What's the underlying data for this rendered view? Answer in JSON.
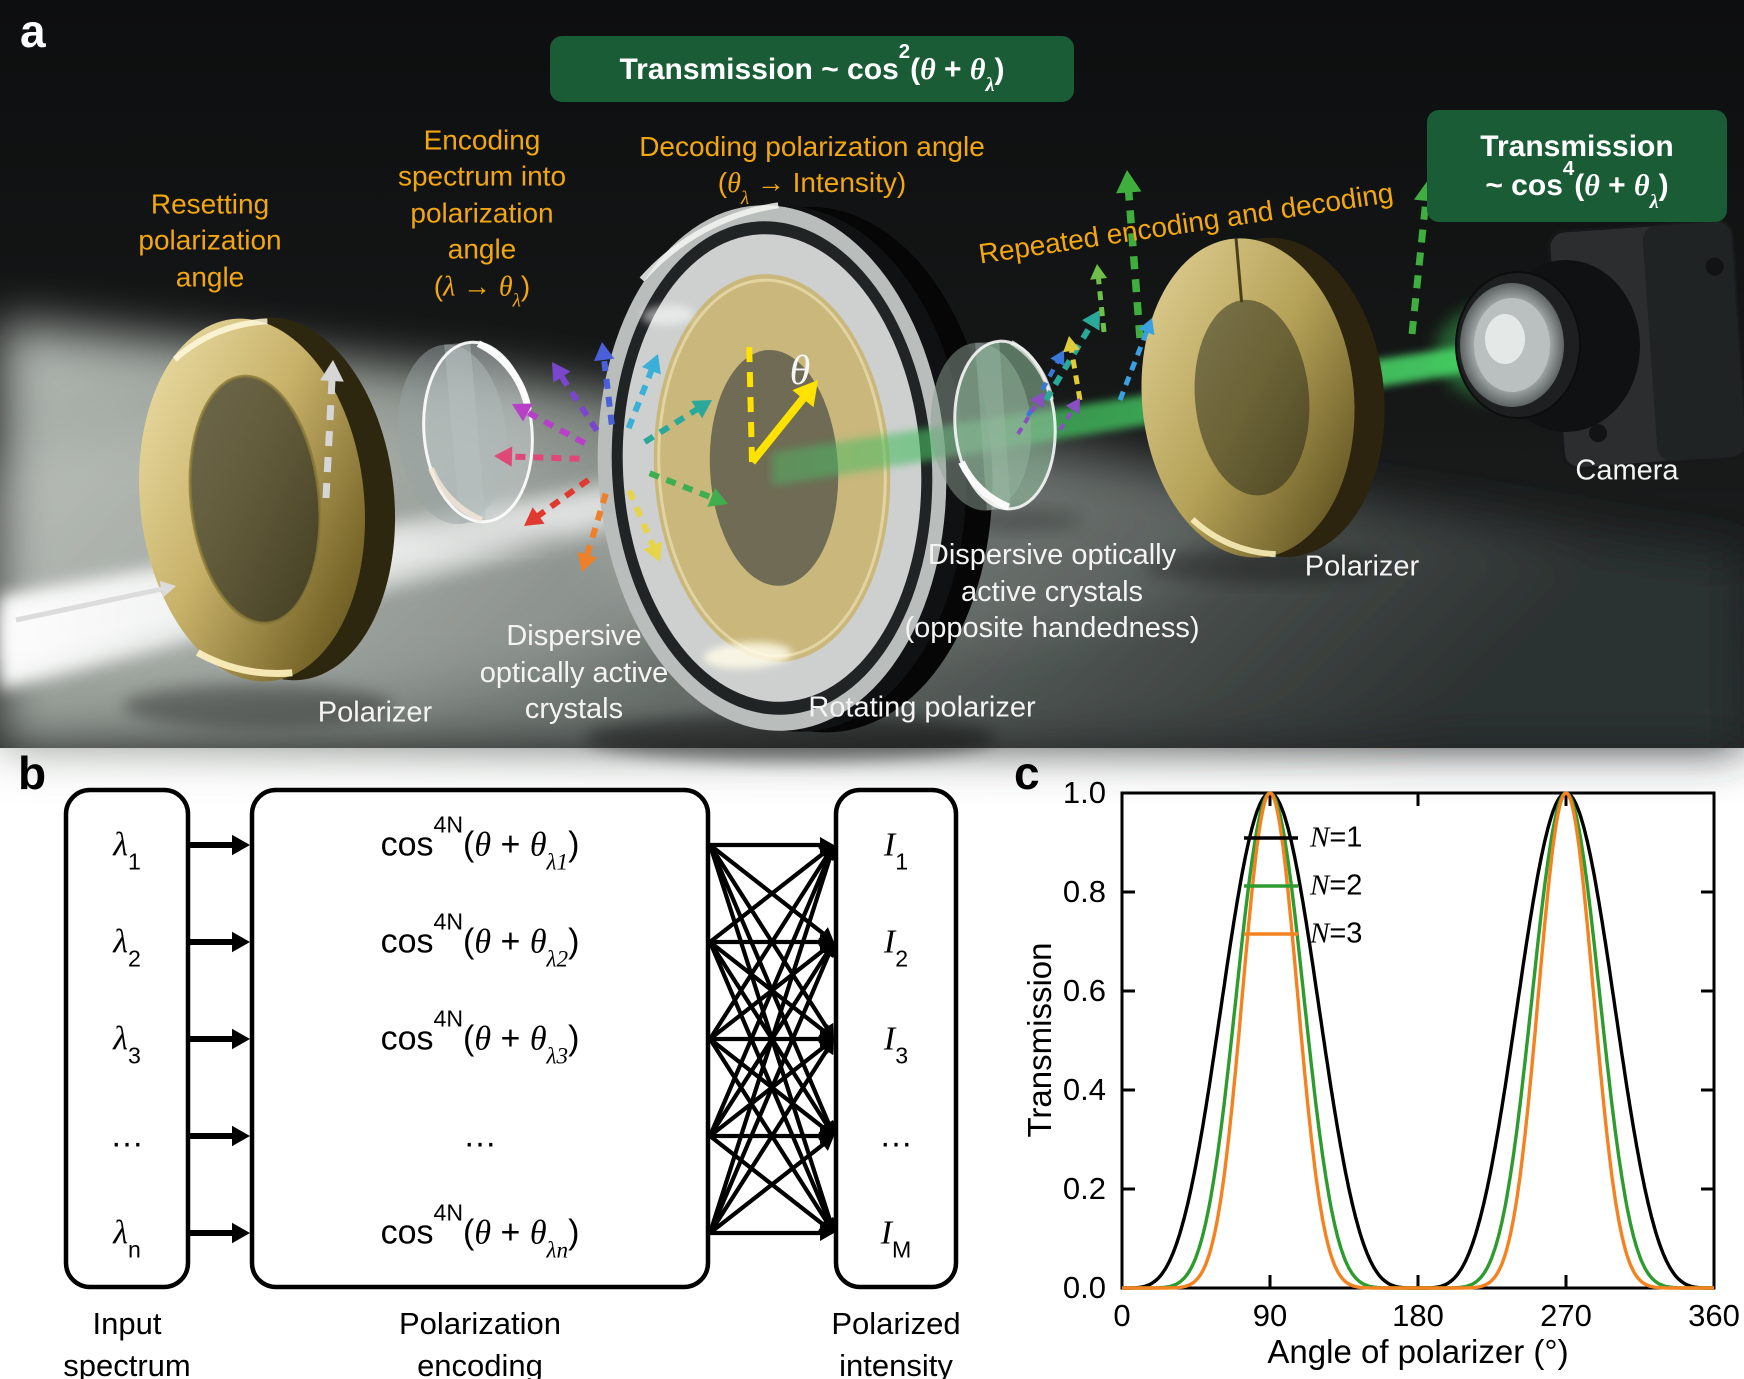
{
  "panels": {
    "a": "a",
    "b": "b",
    "c": "c"
  },
  "colors": {
    "background_dark": "#131515",
    "floor_gray": "#9aa19b",
    "accent_yellow": "#f2a711",
    "formula_green": "#195c36",
    "gold": "#c8b26a",
    "beam_white": "#ffffff",
    "beam_green": "#3fbd5c",
    "arrow_gray": "#d6d6d6",
    "arrow_yellow": "#ffe200",
    "arrow_green": "#3fae3f"
  },
  "panel_a": {
    "formula_mid": {
      "parts": [
        {
          "t": "Transmission ~ cos"
        },
        {
          "sup": "2"
        },
        {
          "t": "("
        },
        {
          "i": "θ"
        },
        {
          "t": " + "
        },
        {
          "i": "θ"
        },
        {
          "isub": "λ"
        },
        {
          "t": ")"
        }
      ]
    },
    "formula_right": {
      "line1": "Transmission",
      "line2_parts": [
        {
          "t": "~ cos"
        },
        {
          "sup": "4"
        },
        {
          "t": "("
        },
        {
          "i": "θ"
        },
        {
          "t": " + "
        },
        {
          "i": "θ"
        },
        {
          "isub": "λ"
        },
        {
          "t": ")"
        }
      ]
    },
    "label_resetting": {
      "lines": [
        "Resetting",
        "polarization",
        "angle"
      ]
    },
    "label_encoding": {
      "lines": [
        "Encoding",
        "spectrum into",
        "polarization",
        "angle"
      ],
      "math_parts": [
        {
          "t": "("
        },
        {
          "i": "λ"
        },
        {
          "t": " → "
        },
        {
          "i": "θ"
        },
        {
          "isub": "λ"
        },
        {
          "t": ")"
        }
      ]
    },
    "label_decoding": {
      "line1": "Decoding polarization angle",
      "math_parts": [
        {
          "t": "("
        },
        {
          "i": "θ"
        },
        {
          "isub": "λ"
        },
        {
          "t": " → Intensity)"
        }
      ]
    },
    "label_repeated": "Repeated encoding and decoding",
    "theta_symbol": "θ",
    "component_labels": {
      "polarizer_left": "Polarizer",
      "crystals_left": {
        "lines": [
          "Dispersive",
          "optically active",
          "crystals"
        ]
      },
      "rotating_polarizer": "Rotating polarizer",
      "crystals_right": {
        "lines": [
          "Dispersive optically",
          "active crystals",
          "(opposite handedness)"
        ]
      },
      "polarizer_right": "Polarizer",
      "camera": "Camera"
    },
    "spectrum_arrow_colors": [
      "#4a5fd8",
      "#7a46cc",
      "#b83fc8",
      "#e0487a",
      "#e03a30",
      "#ef7f28",
      "#e6d44a",
      "#3fae4e",
      "#2aa89a",
      "#3ab0d8"
    ],
    "repeat_arrow_colors": {
      "teal": "#2aa89a",
      "blue": "#3a78d8",
      "purple": "#8a4fc0",
      "green_large": "#3fae3f",
      "green_small": "#6fc04a",
      "yellow": "#e0cc3a",
      "skyblue": "#3aa0e0"
    }
  },
  "panel_b": {
    "input_box": {
      "rows": [
        [
          {
            "i": "λ"
          },
          {
            "sub": "1"
          }
        ],
        [
          {
            "i": "λ"
          },
          {
            "sub": "2"
          }
        ],
        [
          {
            "i": "λ"
          },
          {
            "sub": "3"
          }
        ],
        [
          {
            "t": "…"
          }
        ],
        [
          {
            "i": "λ"
          },
          {
            "sub": "n"
          }
        ]
      ]
    },
    "encode_box": {
      "rows": [
        [
          {
            "t": "cos"
          },
          {
            "sup": "4N"
          },
          {
            "t": "("
          },
          {
            "i": "θ"
          },
          {
            "t": " + "
          },
          {
            "i": "θ"
          },
          {
            "isub": "λ1"
          },
          {
            "t": ")"
          }
        ],
        [
          {
            "t": "cos"
          },
          {
            "sup": "4N"
          },
          {
            "t": "("
          },
          {
            "i": "θ"
          },
          {
            "t": " + "
          },
          {
            "i": "θ"
          },
          {
            "isub": "λ2"
          },
          {
            "t": ")"
          }
        ],
        [
          {
            "t": "cos"
          },
          {
            "sup": "4N"
          },
          {
            "t": "("
          },
          {
            "i": "θ"
          },
          {
            "t": " + "
          },
          {
            "i": "θ"
          },
          {
            "isub": "λ3"
          },
          {
            "t": ")"
          }
        ],
        [
          {
            "t": "…"
          }
        ],
        [
          {
            "t": "cos"
          },
          {
            "sup": "4N"
          },
          {
            "t": "("
          },
          {
            "i": "θ"
          },
          {
            "t": " + "
          },
          {
            "i": "θ"
          },
          {
            "isub": "λn"
          },
          {
            "t": ")"
          }
        ]
      ]
    },
    "output_box": {
      "rows": [
        [
          {
            "i": "I"
          },
          {
            "sub": "1"
          }
        ],
        [
          {
            "i": "I"
          },
          {
            "sub": "2"
          }
        ],
        [
          {
            "i": "I"
          },
          {
            "sub": "3"
          }
        ],
        [
          {
            "t": "…"
          }
        ],
        [
          {
            "i": "I"
          },
          {
            "sub": "M"
          }
        ]
      ]
    },
    "captions": {
      "input": {
        "lines": [
          "Input",
          "spectrum"
        ]
      },
      "encode": {
        "lines": [
          "Polarization",
          "encoding"
        ]
      },
      "output": {
        "lines": [
          "Polarized",
          "intensity"
        ]
      }
    }
  },
  "chart_data": {
    "type": "line",
    "title": "",
    "xlabel": "Angle of polarizer (°)",
    "ylabel": "Transmission",
    "xlim": [
      0,
      360
    ],
    "ylim": [
      0.0,
      1.0
    ],
    "xticks": [
      0,
      90,
      180,
      270,
      360
    ],
    "yticks": [
      0.0,
      0.2,
      0.4,
      0.6,
      0.8,
      1.0
    ],
    "ytick_labels": [
      "0.0",
      "0.2",
      "0.4",
      "0.6",
      "0.8",
      "1.0"
    ],
    "grid": false,
    "legend_position": "upper-left-inside",
    "formula": "T(θ) = sin^(4N)(θ); peaks at 90° and 270°, zeros at 0° and 180°",
    "peaks_deg": [
      90,
      270
    ],
    "series": [
      {
        "name": "N=1",
        "N": 1,
        "color": "#000000",
        "legend_parts": [
          {
            "i": "N"
          },
          {
            "t": "=1"
          }
        ]
      },
      {
        "name": "N=2",
        "N": 2,
        "color": "#2e9b2e",
        "legend_parts": [
          {
            "i": "N"
          },
          {
            "t": "=2"
          }
        ]
      },
      {
        "name": "N=3",
        "N": 3,
        "color": "#f58220",
        "legend_parts": [
          {
            "i": "N"
          },
          {
            "t": "=3"
          }
        ]
      }
    ]
  }
}
